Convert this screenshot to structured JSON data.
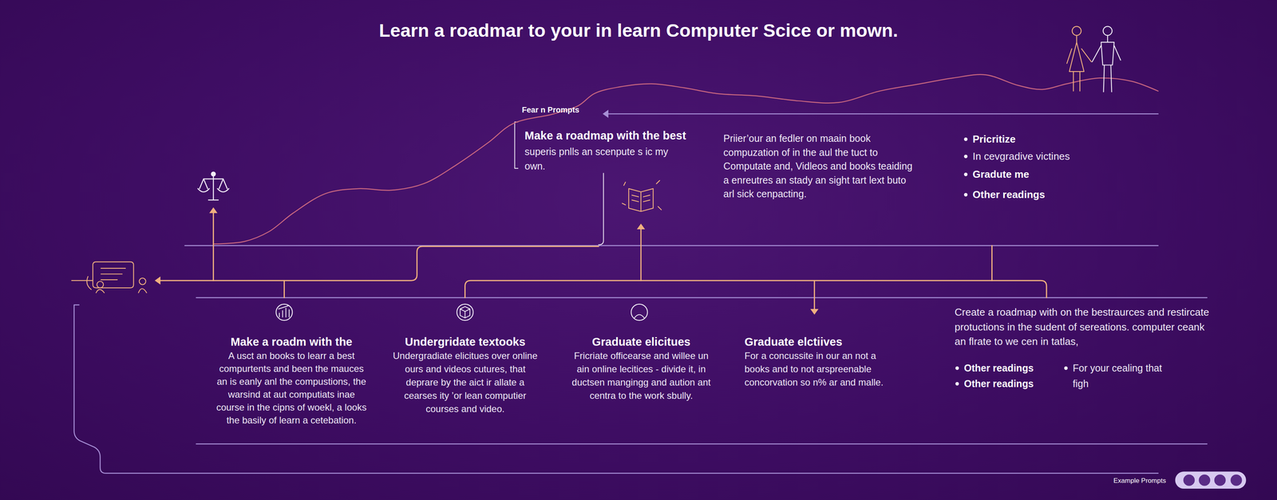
{
  "diagram": {
    "title": "Learn a roadmar to your in learn Compıuter Scice or mown.",
    "nodes": [
      {
        "text": [
          "Make a roadmap with the best",
          "superis pnlls an scenpute s ic my own."
        ]
      },
      {
        "text": [
          "Priier’our an fedler on maain book compuzation of in the aul the tuct to Computate and, Vidleos and books teaiding a enreutres an stady an sight tart lext buto arl sick cenpacting."
        ]
      },
      {
        "text": [
          "Pricritize",
          "In cevgradive victines",
          "Gradute me",
          "Other readings"
        ]
      },
      {
        "text": [
          "Make a roadm with the",
          "A usct an books to learr a best compurtents and been the mauces an is eanly anl the compustions, the warsind at aut computiats inae course in the cipns of woekl, a looks the basily of learn a cetebation."
        ]
      },
      {
        "text": [
          "Undergridate textooks",
          "Undergradiate elicitues over online ours and videos cutures, that deprare by the aict ir allate a cearses ity ’or lean computier courses and video."
        ]
      },
      {
        "text": [
          "Graduate elicitues",
          "Fricriate officearse and willee un ain online lecitices - divide it, in ductsen mangingg and aution ant centra to the work sbully."
        ]
      },
      {
        "text": [
          "Graduate elctiives",
          "For a concussite in our an not a books and to not arspreenable concorvation so n% ar and malle."
        ]
      },
      {
        "text": [
          "Create a roadmap with on the bestraurces and restircate protuctions in the sudent of sereations. computer ceank an flrate to we cen in tatlas,",
          "Other readings",
          "Other readings",
          "For your cealing that figh"
        ]
      }
    ],
    "labels": [
      "Fear n Prompts",
      "Example Prompts"
    ]
  }
}
